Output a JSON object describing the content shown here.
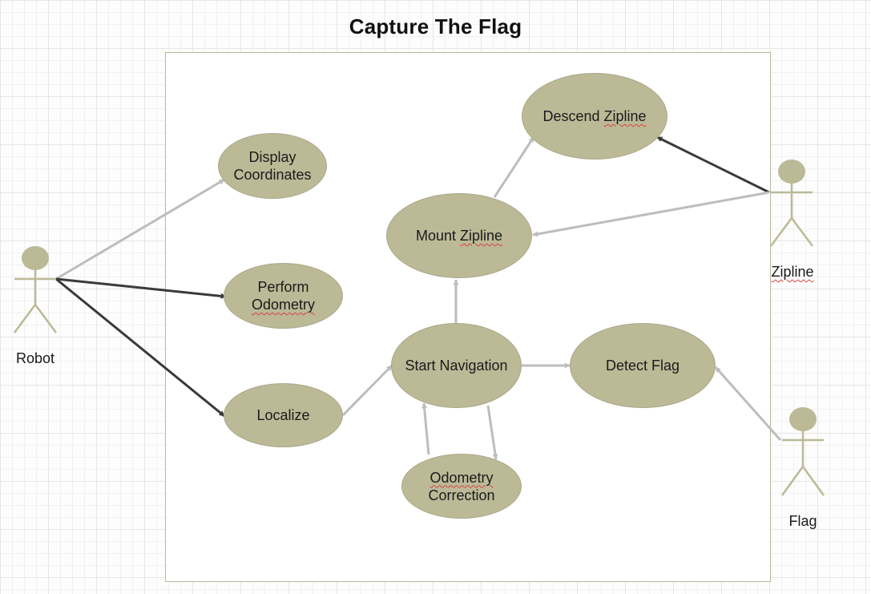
{
  "title": "Capture The Flag",
  "actors": {
    "robot": "Robot",
    "zipline": "Zipline",
    "flag": "Flag"
  },
  "use_cases": {
    "display_coordinates": [
      "Display",
      "Coordinates"
    ],
    "perform_odometry": [
      "Perform",
      "Odometry"
    ],
    "localize": "Localize",
    "start_navigation": "Start Navigation",
    "mount_zipline": [
      "Mount",
      "Zipline"
    ],
    "descend_zipline": [
      "Descend",
      "Zipline"
    ],
    "detect_flag": "Detect Flag",
    "odometry_correction": [
      "Odometry",
      "Correction"
    ]
  },
  "colors": {
    "use_case_fill": "#bcb997",
    "actor": "#bcb997",
    "light_arrow": "#bdbdbd",
    "dark_arrow": "#3a3a3a",
    "spellcheck": "#d64545"
  }
}
